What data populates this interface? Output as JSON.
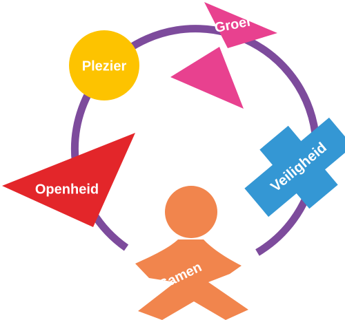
{
  "colors": {
    "ring": "#7d4b9c",
    "plezier": "#fdc300",
    "groei": "#e8418f",
    "veiligheid": "#3497d4",
    "openheid": "#e3262a",
    "samen": "#f1854d",
    "label": "#ffffff"
  },
  "values": {
    "plezier": "Plezier",
    "groei": "Groei",
    "veiligheid": "Veiligheid",
    "openheid": "Openheid",
    "samen": "Samen"
  }
}
